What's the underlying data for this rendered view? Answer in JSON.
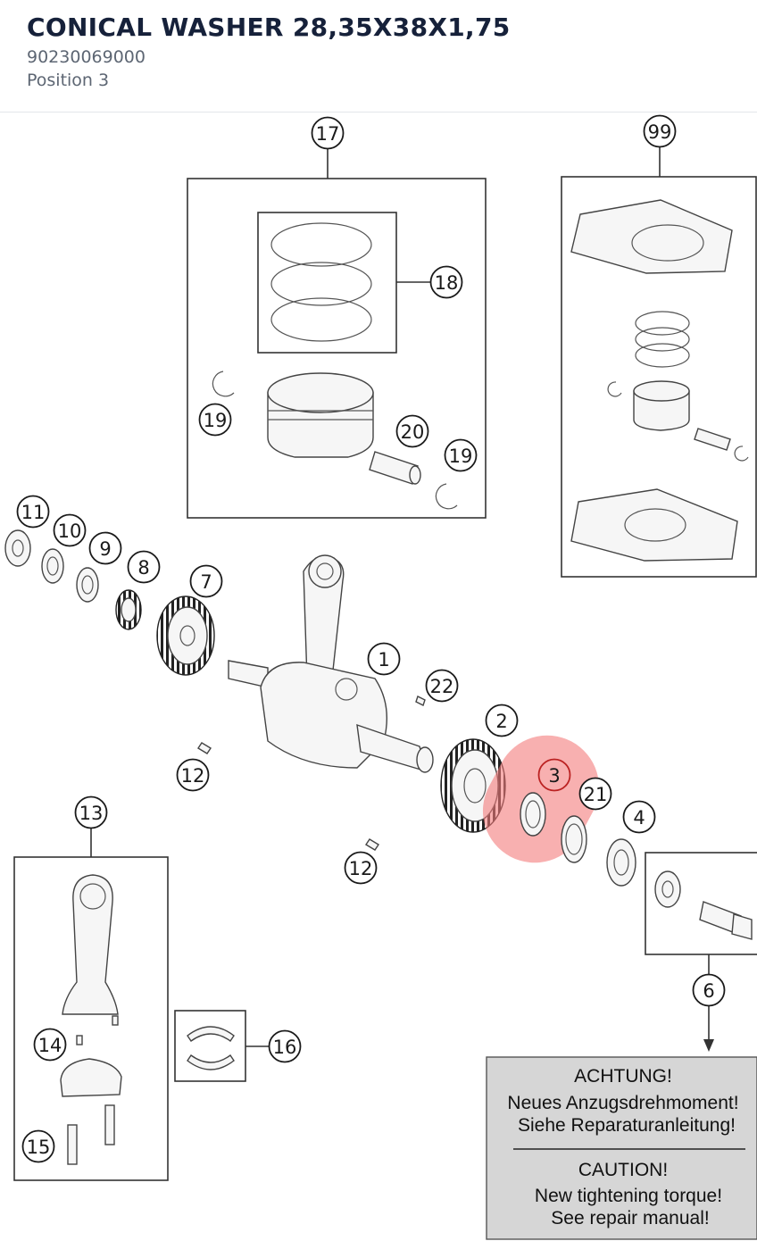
{
  "header": {
    "title": "CONICAL WASHER 28,35X38X1,75",
    "part_number": "90230069000",
    "position": "Position 3"
  },
  "callouts": {
    "c1": "1",
    "c2": "2",
    "c3": "3",
    "c4": "4",
    "c6": "6",
    "c7": "7",
    "c8": "8",
    "c9": "9",
    "c10": "10",
    "c11": "11",
    "c12a": "12",
    "c12b": "12",
    "c13": "13",
    "c14": "14",
    "c15": "15",
    "c16": "16",
    "c17": "17",
    "c18": "18",
    "c19a": "19",
    "c19b": "19",
    "c20": "20",
    "c21": "21",
    "c22": "22",
    "c99": "99"
  },
  "warning": {
    "line1": "ACHTUNG!",
    "line2": "Neues Anzugsdrehmoment!",
    "line3": "Siehe Reparaturanleitung!",
    "line4": "CAUTION!",
    "line5": "New tightening torque!",
    "line6": "See repair manual!"
  },
  "colors": {
    "highlight": "#f47b7b",
    "warning_bg": "#d6d6d6"
  }
}
